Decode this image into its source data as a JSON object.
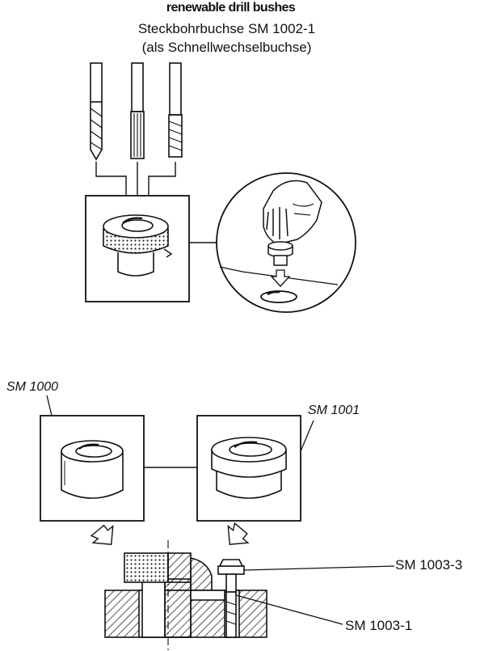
{
  "header": {
    "line1": "renewable drill bushes",
    "line2": "Steckbohrbuchse SM 1002-1",
    "line3": "(als Schnellwechselbuchse)"
  },
  "labels": {
    "sm1000": "SM 1000",
    "sm1001": "SM 1001",
    "sm1003_3": "SM 1003-3",
    "sm1003_1": "SM 1003-1"
  },
  "colors": {
    "ink": "#111111",
    "paper": "#ffffff"
  }
}
